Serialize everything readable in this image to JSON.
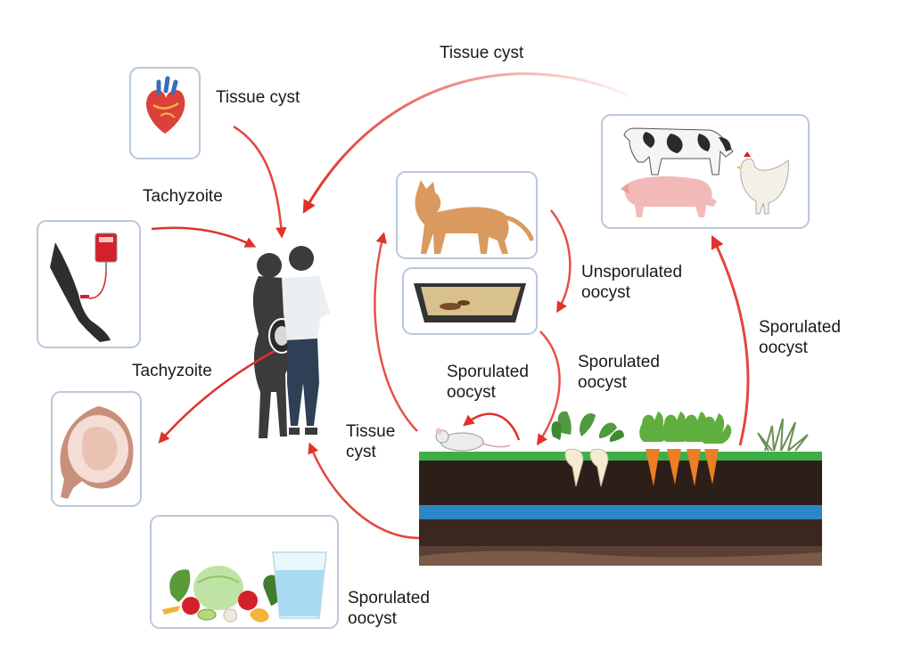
{
  "labels": {
    "tissue_cyst_top": "Tissue cyst",
    "tissue_cyst_heart": "Tissue cyst",
    "tachyzoite_blood": "Tachyzoite",
    "tachyzoite_fetus": "Tachyzoite",
    "unsporulated_line1": "Unsporulated",
    "unsporulated_line2": "oocyst",
    "sporulated_right_line1": "Sporulated",
    "sporulated_right_line2": "oocyst",
    "sporulated_mid_line1": "Sporulated",
    "sporulated_mid_line2": "oocyst",
    "sporulated_mouse_line1": "Sporulated",
    "sporulated_mouse_line2": "oocyst",
    "tissue_cyst_mouse_line1": "Tissue",
    "tissue_cyst_mouse_line2": "cyst",
    "sporulated_food_line1": "Sporulated",
    "sporulated_food_line2": "oocyst"
  },
  "colors": {
    "arrow": "#e0322b",
    "panel_border": "#b9c9da",
    "grass": "#3fae49",
    "soil_dark": "#2c1f1a",
    "soil_mid": "#4a3329",
    "water": "#2a86c6",
    "silhouette": "#3b3b3b"
  },
  "icons": [
    "heart-icon",
    "blood-transfusion-icon",
    "fetus-icon",
    "cat-icon",
    "litter-box-icon",
    "livestock-icon",
    "mouse-icon",
    "beet-icon",
    "carrot-icon",
    "grass-icon",
    "vegetables-icon",
    "water-glass-icon",
    "human-couple-icon"
  ]
}
